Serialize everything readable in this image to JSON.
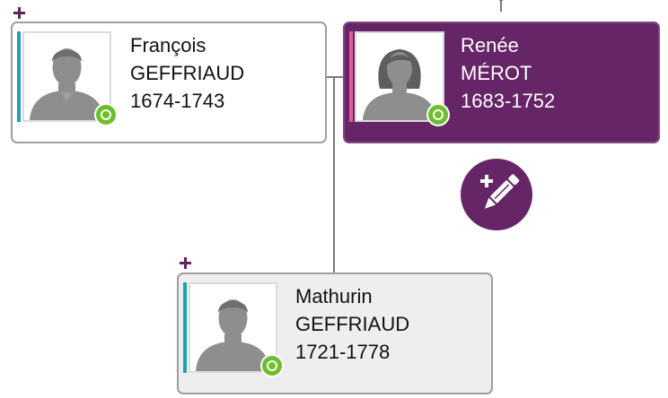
{
  "colors": {
    "brand": "#652567",
    "male_marker": "#1ba3b4",
    "female_marker": "#e05a94",
    "status_green": "#6cbf2a",
    "connector": "#7a7a7a"
  },
  "persons": {
    "father": {
      "first_name": "François",
      "last_name": "GEFFRIAUD",
      "dates": "1674-1743",
      "gender": "male",
      "status_icon": "target-status-icon"
    },
    "mother": {
      "first_name": "Renée",
      "last_name": "MÉROT",
      "dates": "1683-1752",
      "gender": "female",
      "status_icon": "target-status-icon"
    },
    "child": {
      "first_name": "Mathurin",
      "last_name": "GEFFRIAUD",
      "dates": "1721-1778",
      "gender": "male",
      "status_icon": "target-status-icon"
    }
  },
  "actions": {
    "add_parent_icon": "plus-icon",
    "edit_icon": "add-edit-pencil-icon"
  }
}
